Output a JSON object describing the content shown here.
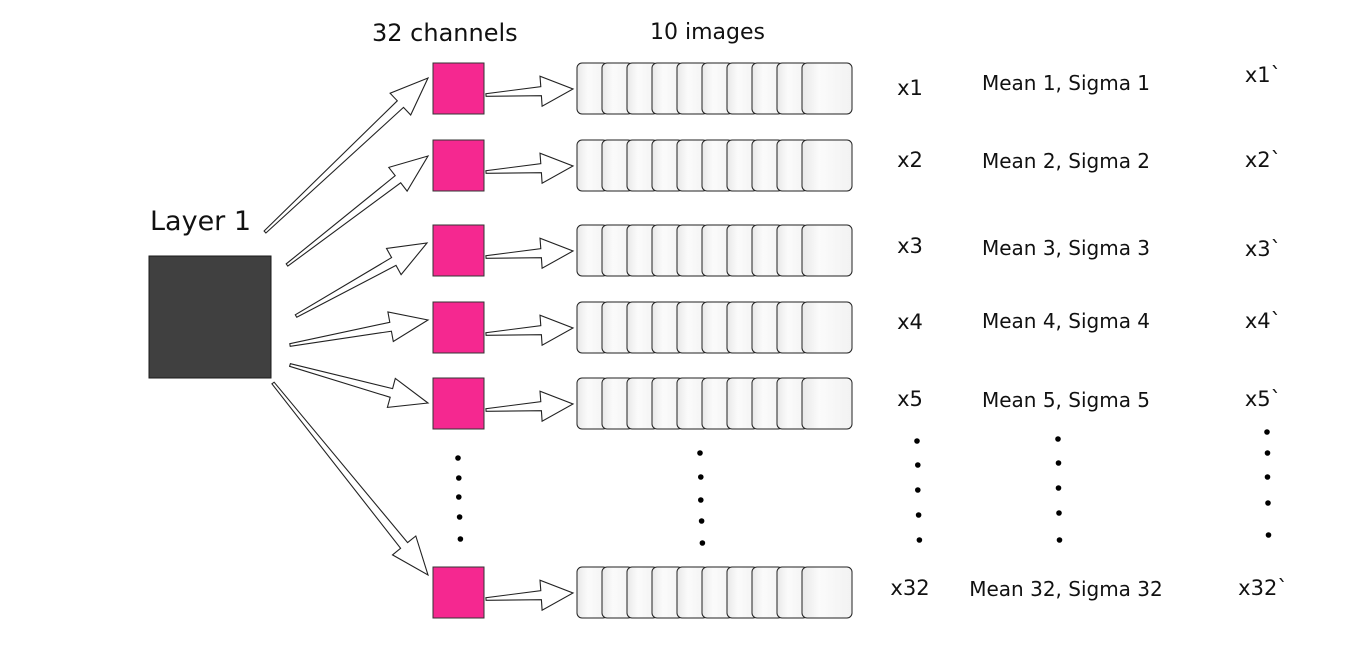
{
  "diagram": {
    "channels_label": "32 channels",
    "images_label": "10 images",
    "layer_label": "Layer 1",
    "image_count": 10,
    "colors": {
      "layer_box": "#404040",
      "channel_box": "#f52890",
      "strip_fill": "#f7f7f7",
      "stroke": "#222222"
    },
    "rows": [
      {
        "x": "x1",
        "stats": "Mean 1, Sigma 1",
        "out": "x1`"
      },
      {
        "x": "x2",
        "stats": "Mean 2, Sigma 2",
        "out": "x2`"
      },
      {
        "x": "x3",
        "stats": "Mean 3, Sigma 3",
        "out": "x3`"
      },
      {
        "x": "x4",
        "stats": "Mean 4, Sigma 4",
        "out": "x4`"
      },
      {
        "x": "x5",
        "stats": "Mean 5, Sigma 5",
        "out": "x5`"
      },
      {
        "x": "x32",
        "stats": "Mean 32, Sigma 32",
        "out": "x32`"
      }
    ]
  }
}
